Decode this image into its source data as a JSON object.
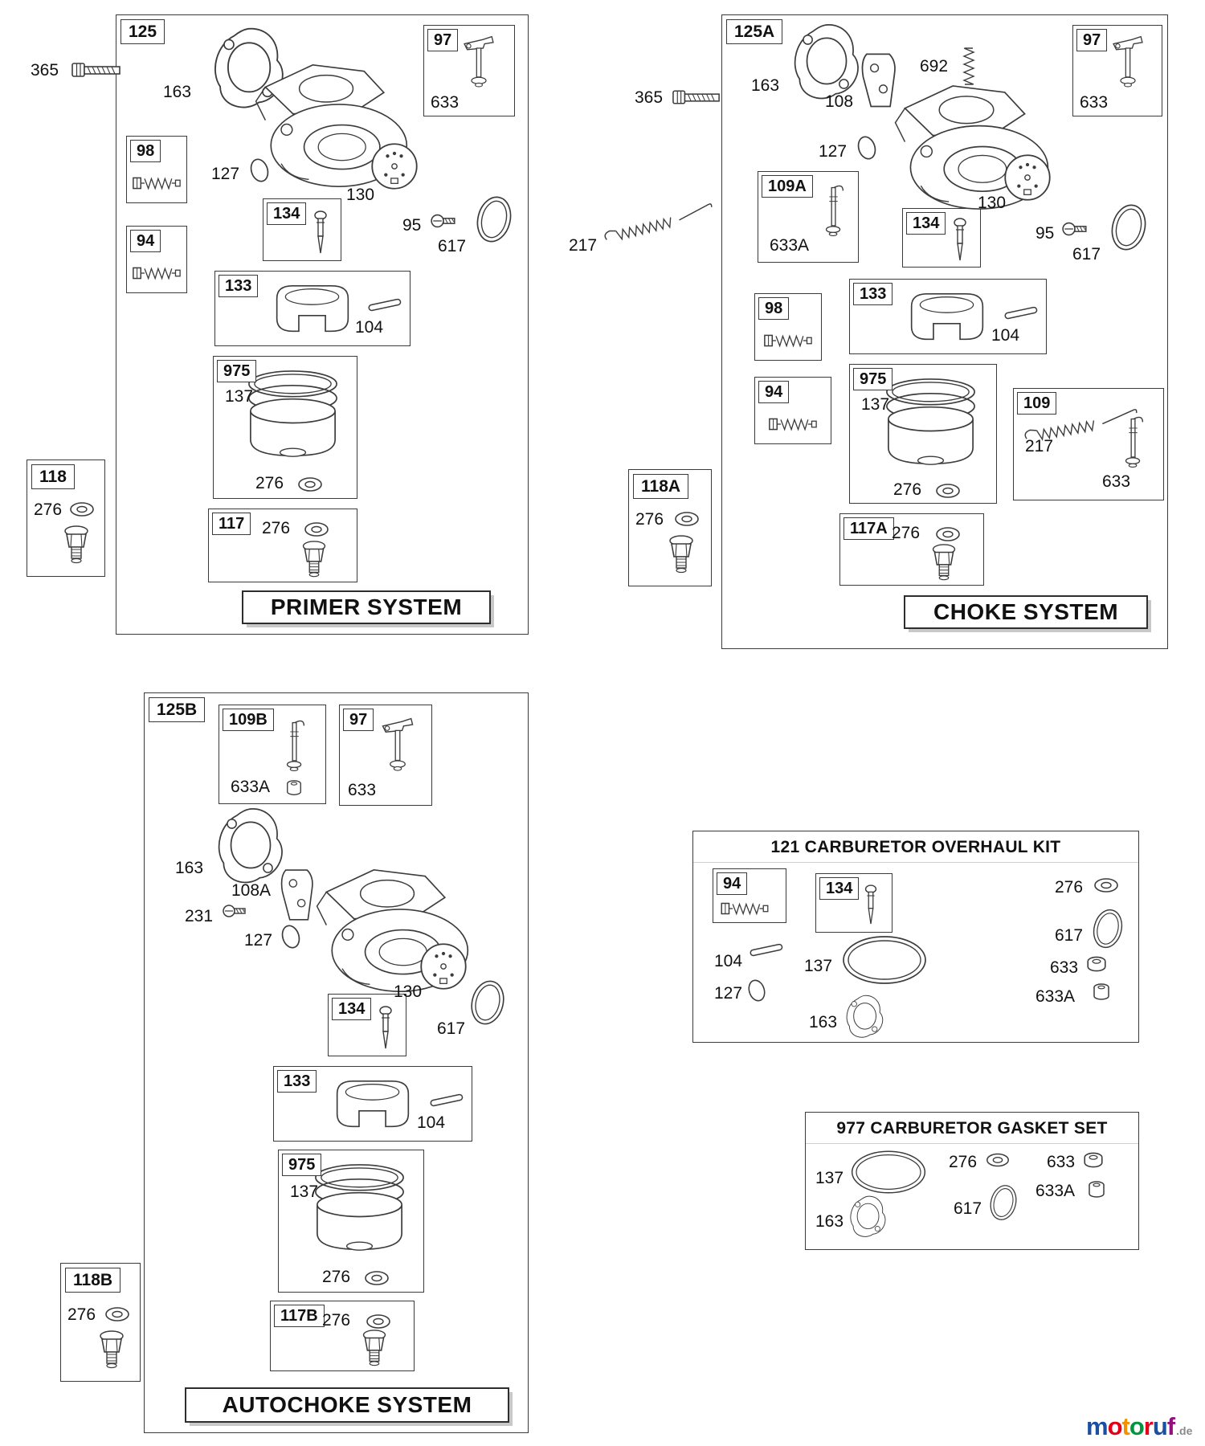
{
  "brand": {
    "letters": [
      {
        "ch": "m",
        "color": "#1b4fa0"
      },
      {
        "ch": "o",
        "color": "#e2001a"
      },
      {
        "ch": "t",
        "color": "#f39200"
      },
      {
        "ch": "o",
        "color": "#009640"
      },
      {
        "ch": "r",
        "color": "#e2001a"
      },
      {
        "ch": "u",
        "color": "#1b4fa0"
      },
      {
        "ch": "f",
        "color": "#93117e"
      }
    ],
    "tld": ".de",
    "tld_color": "#8a8a8a"
  },
  "sections": {
    "primer": {
      "box_label": "125",
      "title": "PRIMER SYSTEM",
      "callouts": {
        "c365": "365",
        "c163": "163",
        "c127": "127",
        "c130": "130",
        "c95": "95",
        "c617": "617"
      },
      "subboxes": {
        "b97": {
          "label": "97",
          "c633": "633"
        },
        "b98": {
          "label": "98"
        },
        "b94": {
          "label": "94"
        },
        "b134": {
          "label": "134"
        },
        "b133": {
          "label": "133",
          "c104": "104"
        },
        "b975": {
          "label": "975",
          "c137": "137",
          "c276": "276"
        },
        "b117": {
          "label": "117",
          "c276": "276"
        },
        "b118": {
          "label": "118",
          "c276": "276"
        }
      }
    },
    "choke": {
      "box_label": "125A",
      "title": "CHOKE SYSTEM",
      "callouts": {
        "c365": "365",
        "c163": "163",
        "c692": "692",
        "c108": "108",
        "c127": "127",
        "c217": "217",
        "c130": "130",
        "c95": "95",
        "c617": "617"
      },
      "subboxes": {
        "b97": {
          "label": "97",
          "c633": "633"
        },
        "b109A": {
          "label": "109A",
          "c633A": "633A"
        },
        "b134": {
          "label": "134"
        },
        "b98": {
          "label": "98"
        },
        "b133": {
          "label": "133",
          "c104": "104"
        },
        "b94": {
          "label": "94"
        },
        "b975": {
          "label": "975",
          "c137": "137",
          "c276": "276"
        },
        "b109": {
          "label": "109",
          "c217": "217",
          "c633": "633"
        },
        "b117A": {
          "label": "117A",
          "c276": "276"
        },
        "b118A": {
          "label": "118A",
          "c276": "276"
        }
      }
    },
    "autochoke": {
      "box_label": "125B",
      "title": "AUTOCHOKE SYSTEM",
      "callouts": {
        "c163": "163",
        "c108A": "108A",
        "c231": "231",
        "c127": "127",
        "c130": "130",
        "c617": "617"
      },
      "subboxes": {
        "b109B": {
          "label": "109B",
          "c633A": "633A"
        },
        "b97": {
          "label": "97",
          "c633": "633"
        },
        "b134": {
          "label": "134"
        },
        "b133": {
          "label": "133",
          "c104": "104"
        },
        "b975": {
          "label": "975",
          "c137": "137",
          "c276": "276"
        },
        "b117B": {
          "label": "117B",
          "c276": "276"
        },
        "b118B": {
          "label": "118B",
          "c276": "276"
        }
      }
    },
    "overhaul": {
      "title": "121 CARBURETOR OVERHAUL KIT",
      "callouts": {
        "c276": "276",
        "c617": "617",
        "c633": "633",
        "c633A": "633A",
        "c104": "104",
        "c137": "137",
        "c127": "127",
        "c163": "163"
      },
      "subboxes": {
        "b94": {
          "label": "94"
        },
        "b134": {
          "label": "134"
        }
      }
    },
    "gasket_set": {
      "title": "977 CARBURETOR GASKET SET",
      "callouts": {
        "c137": "137",
        "c276": "276",
        "c633": "633",
        "c617": "617",
        "c633A": "633A",
        "c163": "163"
      }
    }
  }
}
